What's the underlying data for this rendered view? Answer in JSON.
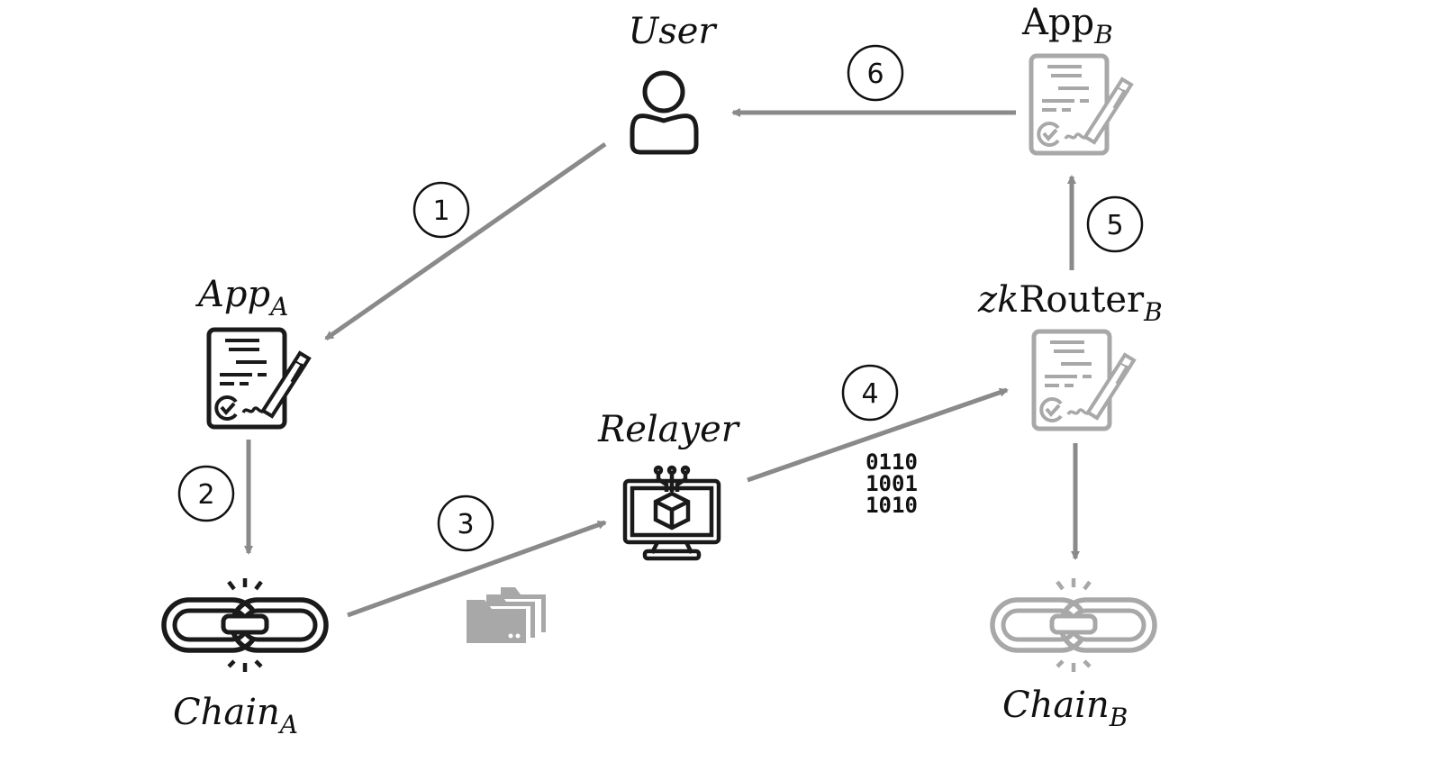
{
  "colors": {
    "arrow": "#8a8a8a",
    "icon_dark": "#1a1a1a",
    "icon_light": "#a8a8a8",
    "text": "#111111",
    "background": "#ffffff"
  },
  "nodes": {
    "user": {
      "label": "User",
      "icon": "user-icon"
    },
    "app_a": {
      "label": "App",
      "subscript": "A",
      "icon": "contract-icon"
    },
    "app_b": {
      "label": "App",
      "subscript": "B",
      "icon": "contract-icon"
    },
    "zkrouter_b": {
      "label_prefix": "zk",
      "label": "Router",
      "subscript": "B",
      "icon": "contract-icon"
    },
    "relayer": {
      "label": "Relayer",
      "icon": "monitor-cube-icon"
    },
    "chain_a": {
      "label": "Chain",
      "subscript": "A",
      "icon": "chain-link-icon"
    },
    "chain_b": {
      "label": "Chain",
      "subscript": "B",
      "icon": "chain-link-icon"
    }
  },
  "steps": [
    {
      "number": "1",
      "from": "User",
      "to": "App_A"
    },
    {
      "number": "2",
      "from": "App_A",
      "to": "Chain_A"
    },
    {
      "number": "3",
      "from": "Chain_A",
      "to": "Relayer"
    },
    {
      "number": "4",
      "from": "Relayer",
      "to": "zkRouter_B"
    },
    {
      "number": "5",
      "from": "zkRouter_B",
      "to": "App_B"
    },
    {
      "number": "6",
      "from": "App_B",
      "to": "User"
    }
  ],
  "extra_steps": [
    {
      "from": "zkRouter_B",
      "to": "Chain_B"
    }
  ],
  "decorations": {
    "binary_lines": [
      "0110",
      "1001",
      "1010"
    ],
    "files_icon": "folders-icon"
  }
}
